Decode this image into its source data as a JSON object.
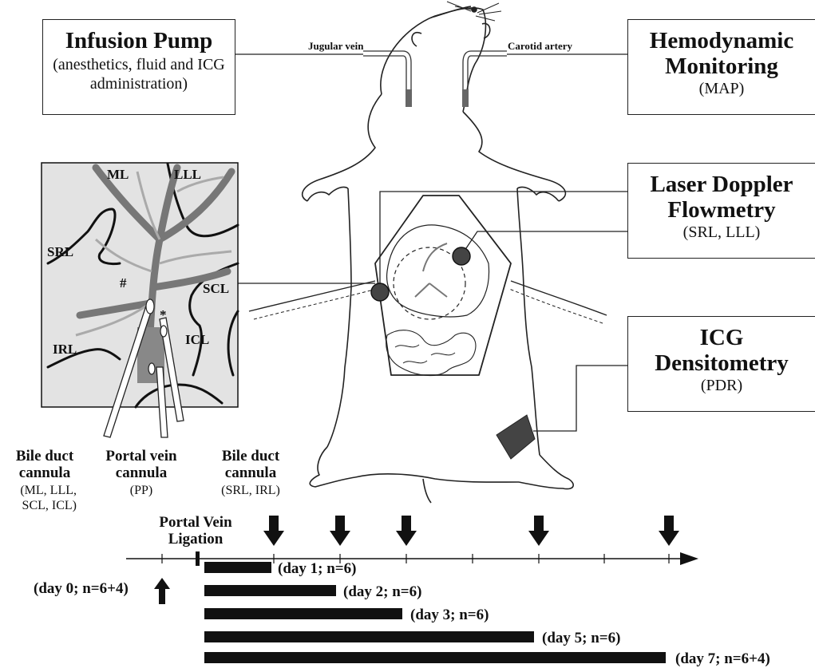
{
  "boxes": {
    "infusion": {
      "title": "Infusion Pump",
      "subtitle": "(anesthetics, fluid and ICG administration)"
    },
    "hemodynamic": {
      "title": "Hemodynamic Monitoring",
      "subtitle": "(MAP)"
    },
    "laser": {
      "title": "Laser Doppler Flowmetry",
      "subtitle": "(SRL, LLL)"
    },
    "icg": {
      "title": "ICG Densitometry",
      "subtitle": "(PDR)"
    }
  },
  "vessels": {
    "jugular": "Jugular vein",
    "carotid": "Carotid artery"
  },
  "liver_labels": {
    "ml": "ML",
    "lll": "LLL",
    "srl": "SRL",
    "scl": "SCL",
    "irl": "IRL",
    "icl": "ICL",
    "hash": "#",
    "star": "*"
  },
  "cannulas": {
    "bile1": {
      "title": "Bile duct cannula",
      "detail": "(ML, LLL, SCL, ICL)"
    },
    "portal": {
      "title": "Portal vein cannula",
      "detail": "(PP)"
    },
    "bile2": {
      "title": "Bile duct cannula",
      "detail": "(SRL, IRL)"
    }
  },
  "timeline": {
    "ligation": "Portal Vein Ligation",
    "day0": "(day 0; n=6+4)",
    "groups": [
      "(day 1; n=6)",
      "(day 2; n=6)",
      "(day 3; n=6)",
      "(day 5; n=6)",
      "(day 7; n=6+4)"
    ]
  }
}
